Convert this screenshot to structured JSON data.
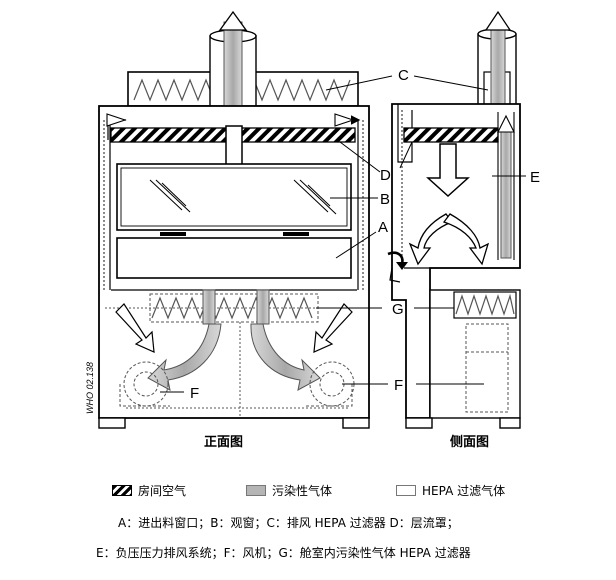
{
  "labels": {
    "A": "A",
    "B": "B",
    "C": "C",
    "D": "D",
    "E": "E",
    "F": "F",
    "G": "G",
    "F2": "F"
  },
  "captions": {
    "front": "正面图",
    "side": "侧面图",
    "credit": "WHO 02.138"
  },
  "legend": {
    "room_air": "房间空气",
    "contaminated_air": "污染性气体",
    "hepa_air": "HEPA 过滤气体"
  },
  "notes": {
    "line1": "A：进出料窗口；B：观窗；C：排风 HEPA 过滤器 D：层流罩；",
    "line2": "E：负压压力排风系统；F：风机；G：舱室内污染性气体 HEPA 过滤器"
  },
  "colors": {
    "contaminated": "#b5b5b5",
    "outline": "#000000",
    "filter_dash": "#555555"
  }
}
